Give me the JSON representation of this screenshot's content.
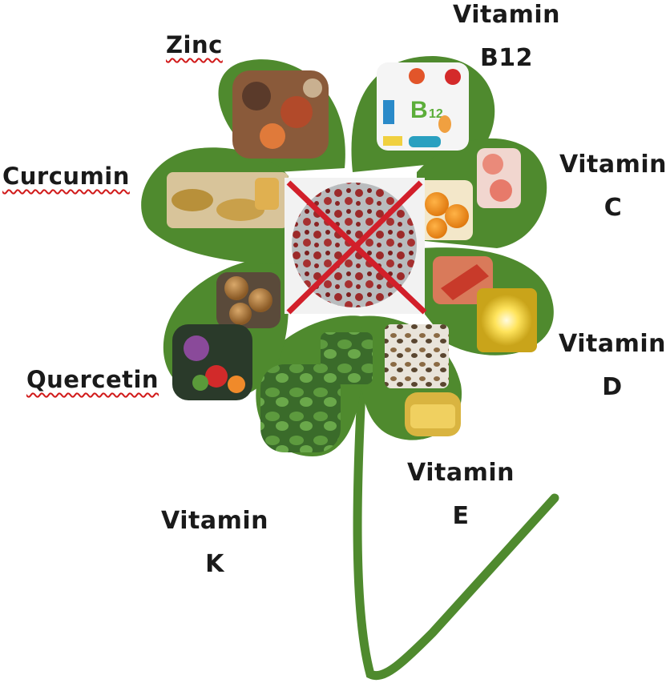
{
  "diagram": {
    "title": "",
    "center": {
      "image": "coronavirus",
      "overlay": "red-cross-x",
      "cross_color": "#d21f2a"
    },
    "colors": {
      "petal": "#4f8a2e",
      "petal_dark": "#3f7a23",
      "stem": "#4f8a2e",
      "text": "#1a1a1a",
      "spellcheck_underline": "#d11a1a"
    },
    "labels": {
      "zinc": {
        "lines": [
          "Zinc"
        ],
        "spellcheck": true
      },
      "b12": {
        "lines": [
          "Vitamin",
          "B12"
        ]
      },
      "curcumin": {
        "lines": [
          "Curcumin"
        ],
        "spellcheck": true
      },
      "vitc": {
        "lines": [
          "Vitamin",
          "C"
        ]
      },
      "quercetin": {
        "lines": [
          "Quercetin"
        ],
        "spellcheck": true
      },
      "vitd": {
        "lines": [
          "Vitamin",
          "D"
        ]
      },
      "vite": {
        "lines": [
          "Vitamin",
          "E"
        ]
      },
      "vitk": {
        "lines": [
          "Vitamin",
          "K"
        ]
      }
    },
    "petals": [
      {
        "name": "zinc",
        "image": "seafood-and-nuts"
      },
      {
        "name": "vitamin-b12",
        "image": "b12-foods",
        "image_text": "B12"
      },
      {
        "name": "vitamin-c",
        "image": "citrus-fruits"
      },
      {
        "name": "vitamin-d",
        "image": "fish-and-sunshine"
      },
      {
        "name": "vitamin-e",
        "image": "nuts-seeds-and-oil"
      },
      {
        "name": "vitamin-k",
        "image": "leafy-greens"
      },
      {
        "name": "quercetin",
        "image": "onions-and-vegetables"
      },
      {
        "name": "curcumin",
        "image": "turmeric-root"
      }
    ]
  }
}
